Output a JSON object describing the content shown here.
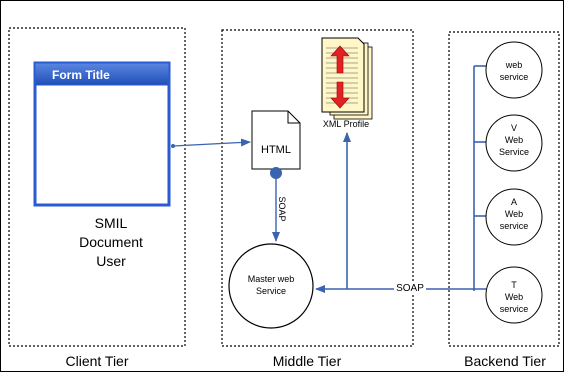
{
  "client_tier": {
    "form_title": "Form Title",
    "smil_lines": [
      "SMIL",
      "Document",
      "User"
    ],
    "label": "Client Tier"
  },
  "middle_tier": {
    "html_doc": "HTML",
    "xml_profile": "XML Profile",
    "master_service_lines": [
      "Master web",
      "Service"
    ],
    "soap_vertical": "SOAP",
    "label": "Middle Tier"
  },
  "backend_tier": {
    "services": [
      {
        "lines": [
          "web",
          "service"
        ]
      },
      {
        "lines": [
          "V",
          "Web",
          "Service"
        ]
      },
      {
        "lines": [
          "A",
          "Web",
          "service"
        ]
      },
      {
        "lines": [
          "T",
          "Web",
          "service"
        ]
      }
    ],
    "label": "Backend Tier"
  },
  "connector_labels": {
    "soap": "SOAP"
  },
  "colors": {
    "arrow": "#3a63b0",
    "form_header": "#2f5fc8",
    "form_border": "#2a5bd0"
  }
}
